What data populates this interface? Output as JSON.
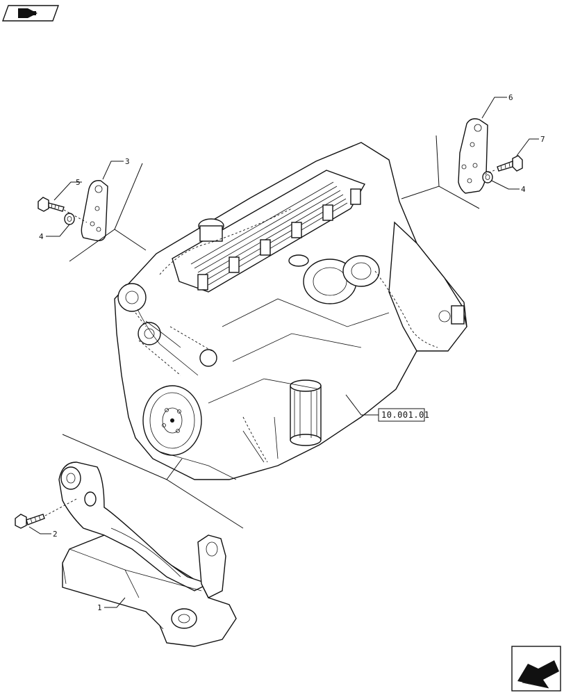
{
  "icons": {
    "top_left": "book-arrow-icon",
    "bottom_right": "navigation-arrow-icon"
  },
  "reference": {
    "label": "10.001.01"
  },
  "callouts": [
    {
      "id": "c1",
      "number": "1"
    },
    {
      "id": "c2",
      "number": "2"
    },
    {
      "id": "c3",
      "number": "3"
    },
    {
      "id": "c4a",
      "number": "4"
    },
    {
      "id": "c4b",
      "number": "4"
    },
    {
      "id": "c5",
      "number": "5"
    },
    {
      "id": "c6",
      "number": "6"
    },
    {
      "id": "c7",
      "number": "7"
    }
  ]
}
